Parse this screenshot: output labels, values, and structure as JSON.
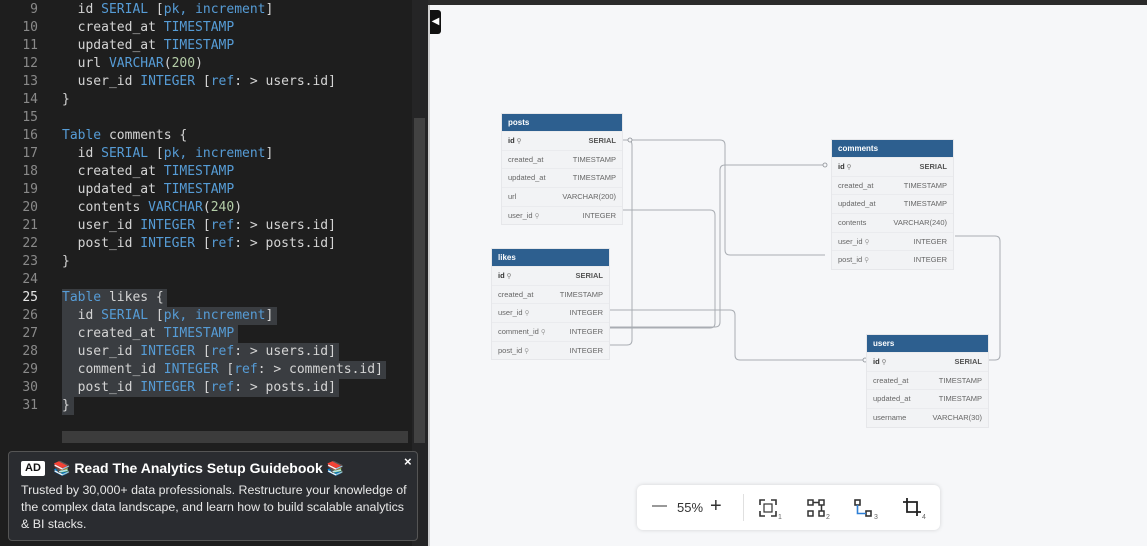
{
  "editor": {
    "active_line": "25",
    "lines": [
      {
        "n": "9",
        "seg": [
          [
            "  id ",
            "tn"
          ],
          [
            "SERIAL",
            "kw"
          ],
          [
            " [",
            "br"
          ],
          [
            "pk, increment",
            "kw"
          ],
          [
            "]",
            "br"
          ]
        ]
      },
      {
        "n": "10",
        "seg": [
          [
            "  created_at ",
            "tn"
          ],
          [
            "TIMESTAMP",
            "kw"
          ]
        ]
      },
      {
        "n": "11",
        "seg": [
          [
            "  updated_at ",
            "tn"
          ],
          [
            "TIMESTAMP",
            "kw"
          ]
        ]
      },
      {
        "n": "12",
        "seg": [
          [
            "  url ",
            "tn"
          ],
          [
            "VARCHAR",
            "kw"
          ],
          [
            "(",
            "br"
          ],
          [
            "200",
            "num"
          ],
          [
            ")",
            "br"
          ]
        ]
      },
      {
        "n": "13",
        "seg": [
          [
            "  user_id ",
            "tn"
          ],
          [
            "INTEGER",
            "kw"
          ],
          [
            " [",
            "br"
          ],
          [
            "ref",
            "ref"
          ],
          [
            ": > users.id]",
            "br"
          ]
        ]
      },
      {
        "n": "14",
        "seg": [
          [
            "}",
            "br"
          ]
        ]
      },
      {
        "n": "15",
        "seg": []
      },
      {
        "n": "16",
        "seg": [
          [
            "Table",
            "kw"
          ],
          [
            " comments {",
            "tn"
          ]
        ]
      },
      {
        "n": "17",
        "seg": [
          [
            "  id ",
            "tn"
          ],
          [
            "SERIAL",
            "kw"
          ],
          [
            " [",
            "br"
          ],
          [
            "pk, increment",
            "kw"
          ],
          [
            "]",
            "br"
          ]
        ]
      },
      {
        "n": "18",
        "seg": [
          [
            "  created_at ",
            "tn"
          ],
          [
            "TIMESTAMP",
            "kw"
          ]
        ]
      },
      {
        "n": "19",
        "seg": [
          [
            "  updated_at ",
            "tn"
          ],
          [
            "TIMESTAMP",
            "kw"
          ]
        ]
      },
      {
        "n": "20",
        "seg": [
          [
            "  contents ",
            "tn"
          ],
          [
            "VARCHAR",
            "kw"
          ],
          [
            "(",
            "br"
          ],
          [
            "240",
            "num"
          ],
          [
            ")",
            "br"
          ]
        ]
      },
      {
        "n": "21",
        "seg": [
          [
            "  user_id ",
            "tn"
          ],
          [
            "INTEGER",
            "kw"
          ],
          [
            " [",
            "br"
          ],
          [
            "ref",
            "ref"
          ],
          [
            ": > users.id]",
            "br"
          ]
        ]
      },
      {
        "n": "22",
        "seg": [
          [
            "  post_id ",
            "tn"
          ],
          [
            "INTEGER",
            "kw"
          ],
          [
            " [",
            "br"
          ],
          [
            "ref",
            "ref"
          ],
          [
            ": > posts.id]",
            "br"
          ]
        ]
      },
      {
        "n": "23",
        "seg": [
          [
            "}",
            "br"
          ]
        ]
      },
      {
        "n": "24",
        "seg": []
      },
      {
        "n": "25",
        "seg": [
          [
            "Table",
            "kw"
          ],
          [
            " likes {",
            "tn"
          ]
        ]
      },
      {
        "n": "26",
        "seg": [
          [
            "  id ",
            "tn"
          ],
          [
            "SERIAL",
            "kw"
          ],
          [
            " [",
            "br"
          ],
          [
            "pk, increment",
            "kw"
          ],
          [
            "]",
            "br"
          ]
        ]
      },
      {
        "n": "27",
        "seg": [
          [
            "  created_at ",
            "tn"
          ],
          [
            "TIMESTAMP",
            "kw"
          ]
        ]
      },
      {
        "n": "28",
        "seg": [
          [
            "  user_id ",
            "tn"
          ],
          [
            "INTEGER",
            "kw"
          ],
          [
            " [",
            "br"
          ],
          [
            "ref",
            "ref"
          ],
          [
            ": > users.id]",
            "br"
          ]
        ]
      },
      {
        "n": "29",
        "seg": [
          [
            "  comment_id ",
            "tn"
          ],
          [
            "INTEGER",
            "kw"
          ],
          [
            " [",
            "br"
          ],
          [
            "ref",
            "ref"
          ],
          [
            ": > comments.id]",
            "br"
          ]
        ]
      },
      {
        "n": "30",
        "seg": [
          [
            "  post_id ",
            "tn"
          ],
          [
            "INTEGER",
            "kw"
          ],
          [
            " [",
            "br"
          ],
          [
            "ref",
            "ref"
          ],
          [
            ": > posts.id]",
            "br"
          ]
        ]
      },
      {
        "n": "31",
        "seg": [
          [
            "}",
            "br"
          ]
        ]
      }
    ]
  },
  "ad": {
    "badge": "AD",
    "title": "📚 Read The Analytics Setup Guidebook 📚",
    "body": "Trusted by 30,000+ data professionals. Restructure your knowledge of the complex data landscape, and learn how to build scalable analytics & BI stacks.",
    "close": "×"
  },
  "collapse_icon": "◀",
  "tables": {
    "posts": {
      "name": "posts",
      "fields": [
        [
          "id",
          "SERIAL"
        ],
        [
          "created_at",
          "TIMESTAMP"
        ],
        [
          "updated_at",
          "TIMESTAMP"
        ],
        [
          "url",
          "VARCHAR(200)"
        ],
        [
          "user_id",
          "INTEGER"
        ]
      ]
    },
    "comments": {
      "name": "comments",
      "fields": [
        [
          "id",
          "SERIAL"
        ],
        [
          "created_at",
          "TIMESTAMP"
        ],
        [
          "updated_at",
          "TIMESTAMP"
        ],
        [
          "contents",
          "VARCHAR(240)"
        ],
        [
          "user_id",
          "INTEGER"
        ],
        [
          "post_id",
          "INTEGER"
        ]
      ]
    },
    "likes": {
      "name": "likes",
      "fields": [
        [
          "id",
          "SERIAL"
        ],
        [
          "created_at",
          "TIMESTAMP"
        ],
        [
          "user_id",
          "INTEGER"
        ],
        [
          "comment_id",
          "INTEGER"
        ],
        [
          "post_id",
          "INTEGER"
        ]
      ]
    },
    "users": {
      "name": "users",
      "fields": [
        [
          "id",
          "SERIAL"
        ],
        [
          "created_at",
          "TIMESTAMP"
        ],
        [
          "updated_at",
          "TIMESTAMP"
        ],
        [
          "username",
          "VARCHAR(30)"
        ]
      ]
    }
  },
  "toolbar": {
    "zoom": "55%",
    "minus_icon": "—",
    "plus_icon": "+",
    "tool1_sub": "1",
    "tool2_sub": "2",
    "tool3_sub": "3",
    "tool4_sub": "4"
  },
  "colors": {
    "table_header": "#2d5f8f",
    "editor_bg": "#1e1e1e",
    "keyword": "#569cd6",
    "number": "#b5cea8"
  }
}
